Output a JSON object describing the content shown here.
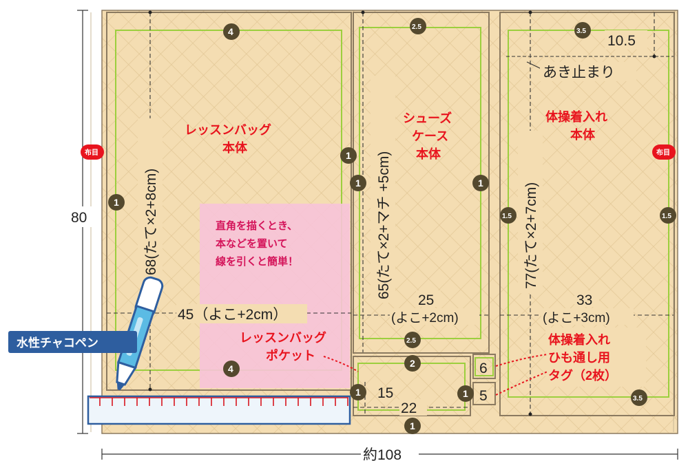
{
  "pieces": {
    "lesson_bag_body": {
      "line1": "レッスンバッグ",
      "line2": "本体"
    },
    "shoe_case_body": {
      "line1": "シューズ",
      "line2": "ケース",
      "line3": "本体"
    },
    "gym_bag_body": {
      "line1": "体操着入れ",
      "line2": "本体"
    },
    "lesson_bag_pocket": {
      "line1": "レッスンバッグ",
      "line2": "ポケット"
    },
    "gym_tag": {
      "line1": "体操着入れ",
      "line2": "ひも通し用",
      "line3": "タグ（2枚）"
    }
  },
  "dimensions": {
    "lesson_height": "68(たて×2+8cm)",
    "shoe_height": "65(たて×2+マチ +5cm)",
    "gym_height": "77(たて×2+7cm)",
    "lesson_width": "45（よこ+2cm）",
    "shoe_width_num": "25",
    "shoe_width_note": "(よこ+2cm)",
    "gym_width_num": "33",
    "gym_width_note": "(よこ+3cm)",
    "total_height": "80",
    "total_width": "約108",
    "opening_offset": "10.5",
    "opening_label": "あき止まり",
    "pocket_height": "15",
    "pocket_width": "22",
    "tag_width": "6",
    "tag_height": "5"
  },
  "seam_allowances": {
    "lesson_top": "4",
    "lesson_left": "1",
    "lesson_right": "1",
    "lesson_pocket_top": "4",
    "shoe_top": "2.5",
    "shoe_left": "1",
    "shoe_right": "1",
    "shoe_bottom": "2.5",
    "gym_top": "3.5",
    "gym_left": "1.5",
    "gym_right": "1.5",
    "gym_bottom": "3.5",
    "pocket_top": "2",
    "pocket_left": "1",
    "pocket_bottom": "1",
    "tag_left": "1"
  },
  "selvage": {
    "left": "布目",
    "right": "布目"
  },
  "note": {
    "line1": "直角を描くとき、",
    "line2": "本などを置いて",
    "line3": "線を引くと簡単！"
  },
  "tool_label": "水性チャコペン",
  "colors": {
    "fabric": "#f4ddb2",
    "grid": "#e0c595",
    "seam_guide": "#9ccf3e",
    "cut_line": "#8b7a60",
    "badge": "#54492e",
    "annotation_red": "#e8141e",
    "note_pink": "#f7c3d8",
    "pen_blue": "#5bbbe4",
    "label_blue": "#2e5e9f"
  }
}
